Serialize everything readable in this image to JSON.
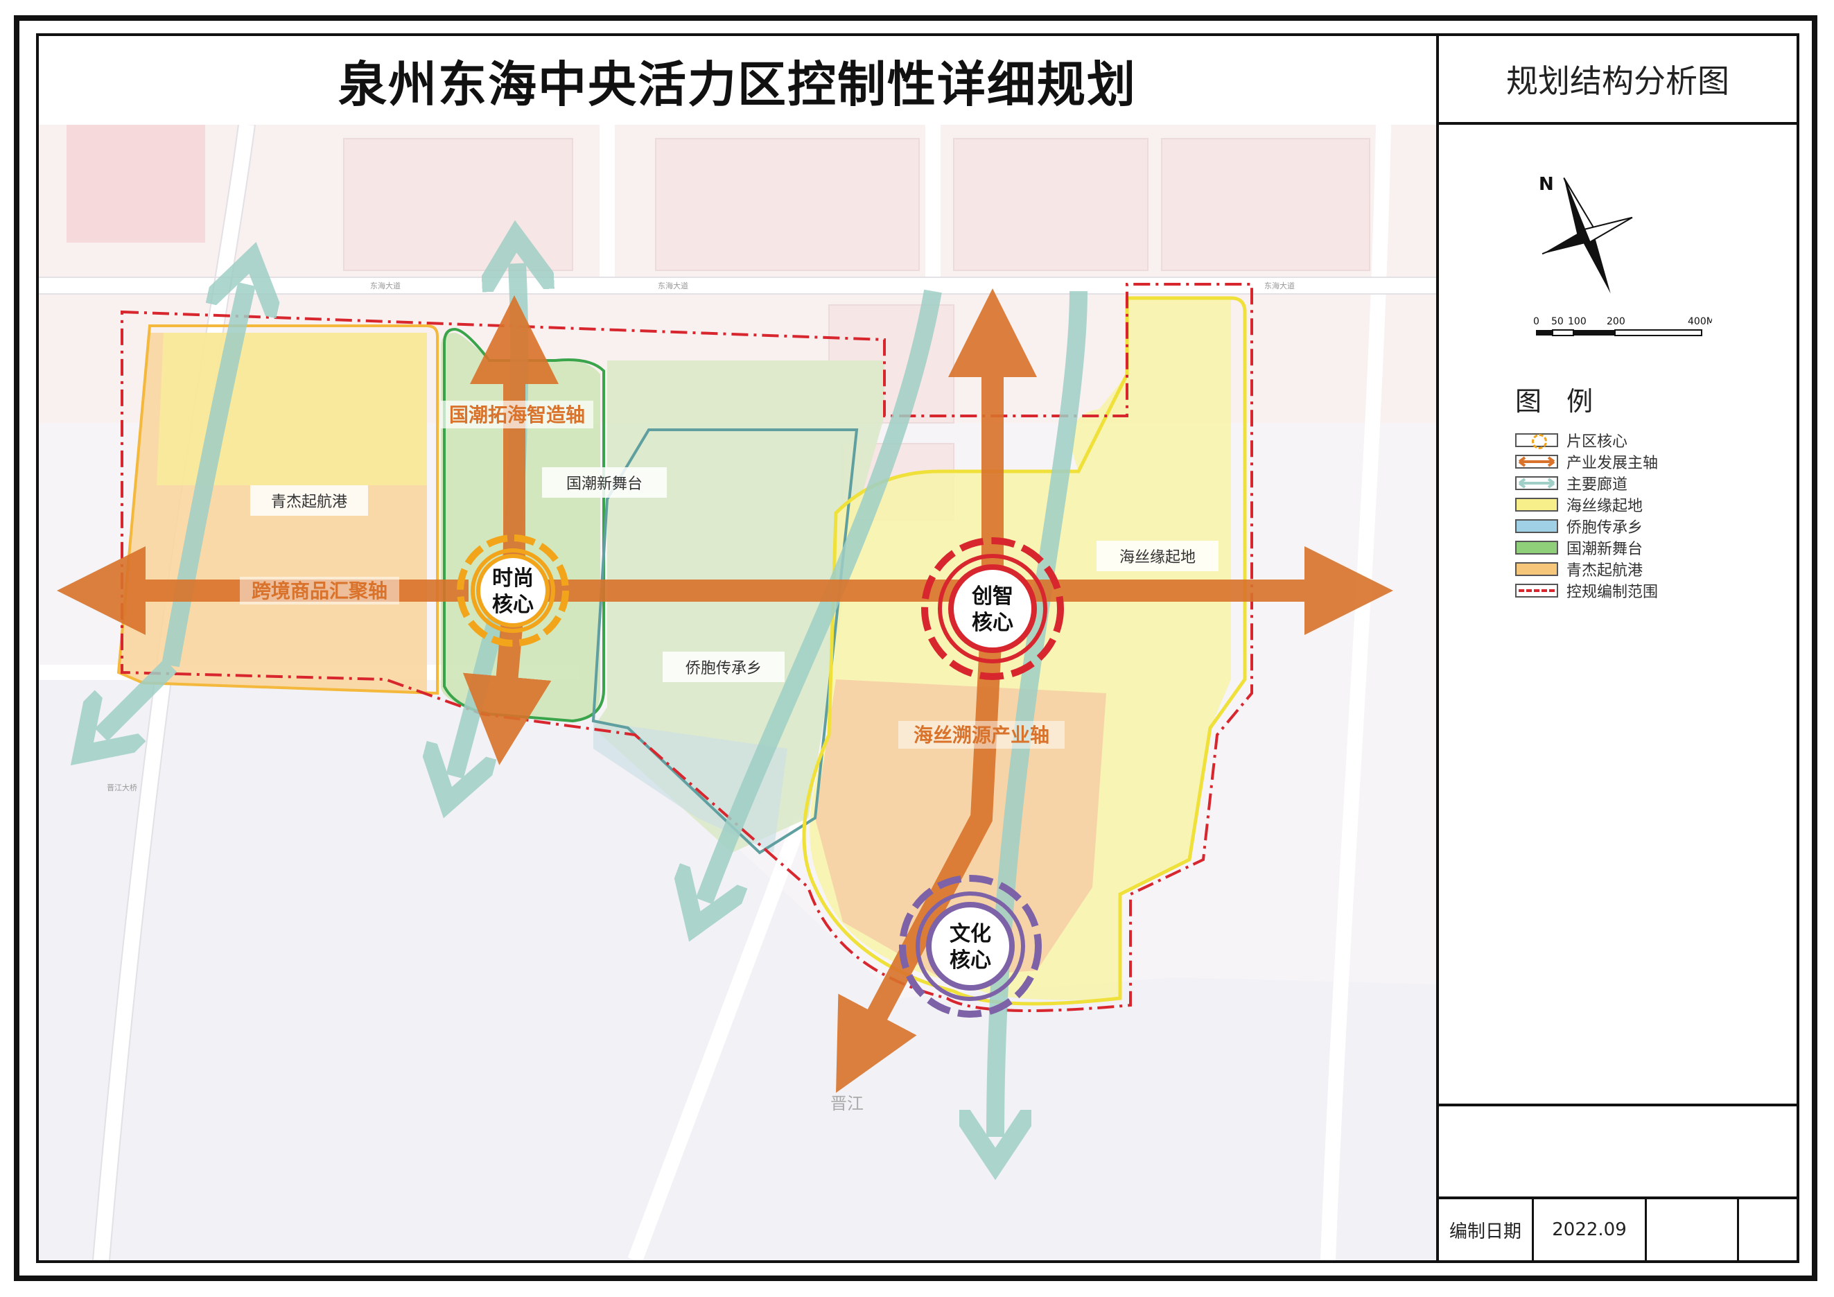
{
  "title": "泉州东海中央活力区控制性详细规划",
  "sheet_title": "规划结构分析图",
  "legend": {
    "heading": "图 例",
    "items": [
      {
        "label": "片区核心",
        "swatch": "core",
        "color": "#f2a51a"
      },
      {
        "label": "产业发展主轴",
        "swatch": "axis",
        "color": "#d9732b"
      },
      {
        "label": "主要廊道",
        "swatch": "corridor",
        "color": "#9fcfc6"
      },
      {
        "label": "海丝缘起地",
        "swatch": "fill",
        "color": "#f7f08a"
      },
      {
        "label": "侨胞传承乡",
        "swatch": "fill",
        "color": "#9fd0e6"
      },
      {
        "label": "国潮新舞台",
        "swatch": "fill",
        "color": "#8fcf7a"
      },
      {
        "label": "青杰起航港",
        "swatch": "fill",
        "color": "#f6c77a"
      },
      {
        "label": "控规编制范围",
        "swatch": "boundary",
        "color": "#d8262e"
      }
    ]
  },
  "scale_bar": {
    "ticks": [
      "0",
      "50",
      "100",
      "200",
      "400M"
    ]
  },
  "north_label": "N",
  "date": {
    "label": "编制日期",
    "value": "2022.09"
  },
  "map": {
    "cores": [
      {
        "label": [
          "时尚",
          "核心"
        ],
        "color": "#f2a51a"
      },
      {
        "label": [
          "创智",
          "核心"
        ],
        "color": "#d8262e"
      },
      {
        "label": [
          "文化",
          "核心"
        ],
        "color": "#7d62a8"
      }
    ],
    "axes": [
      "国潮拓海智造轴",
      "跨境商品汇聚轴",
      "海丝溯源产业轴"
    ],
    "zones": [
      "青杰起航港",
      "国潮新舞台",
      "侨胞传承乡",
      "海丝缘起地"
    ],
    "river": "晋江",
    "roads": [
      "东海大道",
      "东海大道",
      "东海大道",
      "晋江大桥"
    ]
  }
}
